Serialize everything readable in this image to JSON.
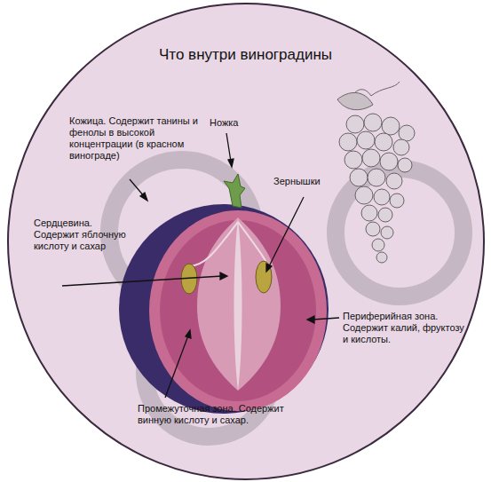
{
  "diagram": {
    "title": "Что внутри виноградины",
    "labels": [
      "Кожица. Содержит танины и фенолы в высокой концентрации (в красном винограде)",
      "Ножка",
      "Зернышки",
      "Сердцевина. Содержит яблочную кислоту и сахар",
      "Периферийная зона. Содержит калий, фруктозу и кислоты.",
      "Промежуточная зона. Содержит винную кислоту и сахар."
    ]
  }
}
